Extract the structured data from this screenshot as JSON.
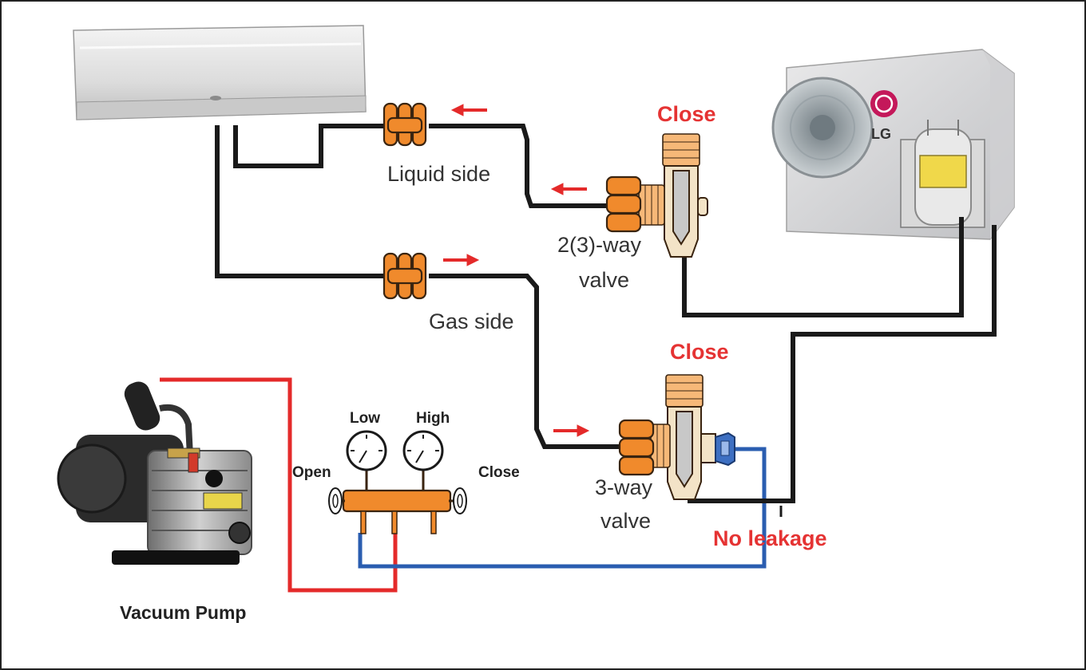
{
  "labels": {
    "liquid_side": "Liquid side",
    "gas_side": "Gas side",
    "valve_liquid_line1": "2(3)-way",
    "valve_liquid_line2": "valve",
    "valve_gas_line1": "3-way",
    "valve_gas_line2": "valve",
    "close_liquid": "Close",
    "close_gas": "Close",
    "no_leakage": "No leakage",
    "gauge_low": "Low",
    "gauge_high": "High",
    "manifold_open": "Open",
    "manifold_close": "Close",
    "vacuum_pump": "Vacuum Pump",
    "outdoor_brand": "LG"
  },
  "colors": {
    "refrigerant_line": "#1a1a1a",
    "low_hose": "#2a5db0",
    "pump_hose": "#e42a2a",
    "flow_arrow": "#e42a2a",
    "fitting": "#f08a2c",
    "status_text": "#e53333"
  },
  "icons": [
    "indoor-unit-icon",
    "outdoor-unit-icon",
    "vacuum-pump-icon",
    "manifold-gauge-icon",
    "flare-nut-icon",
    "service-valve-icon",
    "flow-arrow-icon"
  ]
}
